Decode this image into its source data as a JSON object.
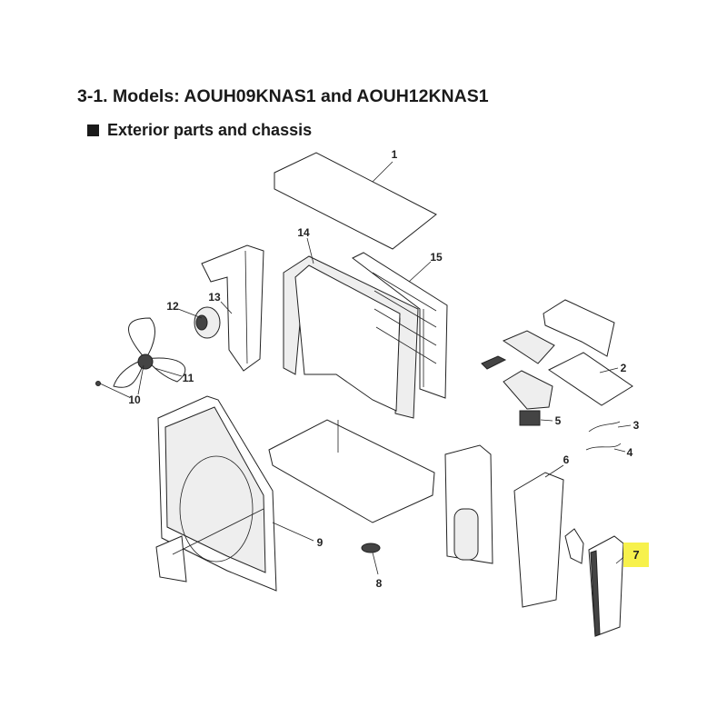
{
  "title": "3-1. Models: AOUH09KNAS1 and AOUH12KNAS1",
  "subtitle": "Exterior parts and chassis",
  "highlight_color": "#f7f14c",
  "callouts": [
    "1",
    "2",
    "3",
    "4",
    "5",
    "6",
    "7",
    "8",
    "9",
    "10",
    "11",
    "12",
    "13",
    "14",
    "15"
  ],
  "highlighted_callout": "7"
}
